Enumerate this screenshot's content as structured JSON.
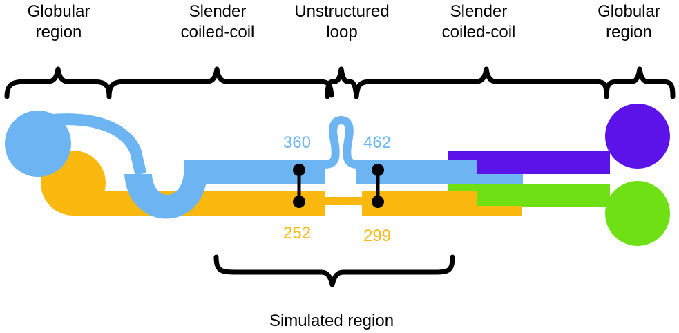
{
  "top_labels": {
    "globular_left": [
      "Globular",
      "region"
    ],
    "coil_left": [
      "Slender",
      "coiled-coil"
    ],
    "loop": [
      "Unstructured",
      "loop"
    ],
    "coil_right": [
      "Slender",
      "coiled-coil"
    ],
    "globular_right": [
      "Globular",
      "region"
    ]
  },
  "residue_labels": {
    "blue_left": "360",
    "blue_right": "462",
    "orange_left": "252",
    "orange_right": "299"
  },
  "bottom_label": "Simulated region",
  "colors": {
    "blue": "#6cb4f2",
    "orange": "#fbb80f",
    "purple": "#5b13ea",
    "green": "#6ee013",
    "bracket": "#000000"
  }
}
